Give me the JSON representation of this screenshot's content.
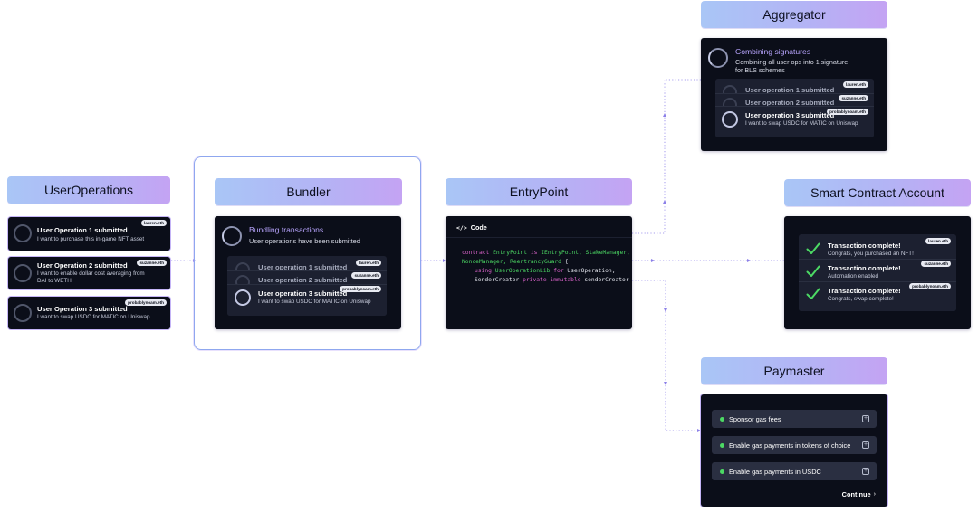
{
  "colors": {
    "panel_bg": "#0b0e19",
    "card_bg": "#1c2030",
    "header_gradient": [
      "#a9c6f6",
      "#c4a3f3"
    ],
    "accent_purple": "#b9a5ff",
    "code_keyword": "#d862c8",
    "code_type": "#4cd964",
    "success_green": "#4cd964",
    "wire": "#8c80e8"
  },
  "user_operations": {
    "header": "UserOperations",
    "items": [
      {
        "title": "User Operation 1 submitted",
        "desc": "I want to purchase this in-game NFT asset",
        "badge": "lauren.eth"
      },
      {
        "title": "User Operation 2 submitted",
        "desc": "I want to enable dollar cost averaging from DAI to WETH",
        "badge": "suzanne.eth"
      },
      {
        "title": "User Operation 3 submitted",
        "desc": "I want to swap USDC for MATIC on Uniswap",
        "badge": "probablynoam.eth"
      }
    ]
  },
  "bundler": {
    "header": "Bundler",
    "status_title": "Bundling transactions",
    "status_desc": "User operations have been submitted",
    "ops": [
      {
        "title": "User operation 1 submitted",
        "badge": "lauren.eth"
      },
      {
        "title": "User operation 2 submitted",
        "badge": "suzanne.eth"
      },
      {
        "title": "User operation 3 submitted",
        "desc": "I want to swap USDC for MATIC on Uniswap",
        "badge": "probablynoam.eth"
      }
    ]
  },
  "entrypoint": {
    "header": "EntryPoint",
    "code_icon": "code-brackets-icon",
    "code_label": "Code",
    "code": {
      "l1_kw": "contract",
      "l1_name": "EntryPoint",
      "l1_is": "is",
      "l1_types": "IEntryPoint, StakeManager,",
      "l2_types": "NonceManager, ReentrancyGuard",
      "l2_brace": " {",
      "l3_using": "using",
      "l3_lib": "UserOperationLib",
      "l3_for": "for",
      "l3_type": "UserOperation;",
      "l4_type": "SenderCreator",
      "l4_mods": "private immutable",
      "l4_name": "senderCreator"
    }
  },
  "aggregator": {
    "header": "Aggregator",
    "status_title": "Combining signatures",
    "status_desc_1": "Combining all user ops into 1 signature",
    "status_desc_2": "for BLS schemes",
    "ops": [
      {
        "title": "User operation 1 submitted",
        "badge": "lauren.eth"
      },
      {
        "title": "User operation 2 submitted",
        "badge": "suzanne.eth"
      },
      {
        "title": "User operation 3 submitted",
        "desc": "I want to swap USDC for MATIC on Uniswap",
        "badge": "probablynoam.eth"
      }
    ]
  },
  "smart_contract_account": {
    "header": "Smart Contract Account",
    "items": [
      {
        "title": "Transaction complete!",
        "desc": "Congrats, you purchased an NFT!",
        "badge": "lauren.eth"
      },
      {
        "title": "Transaction complete!",
        "desc": "Automation enabled",
        "badge": "suzanne.eth"
      },
      {
        "title": "Transaction complete!",
        "desc": "Congrats, swap complete!",
        "badge": "probablynoam.eth"
      }
    ]
  },
  "paymaster": {
    "header": "Paymaster",
    "options": [
      "Sponsor gas fees",
      "Enable gas payments in tokens of choice",
      "Enable gas payments in USDC"
    ],
    "continue_label": "Continue",
    "continue_icon": "chevron-right-icon"
  }
}
